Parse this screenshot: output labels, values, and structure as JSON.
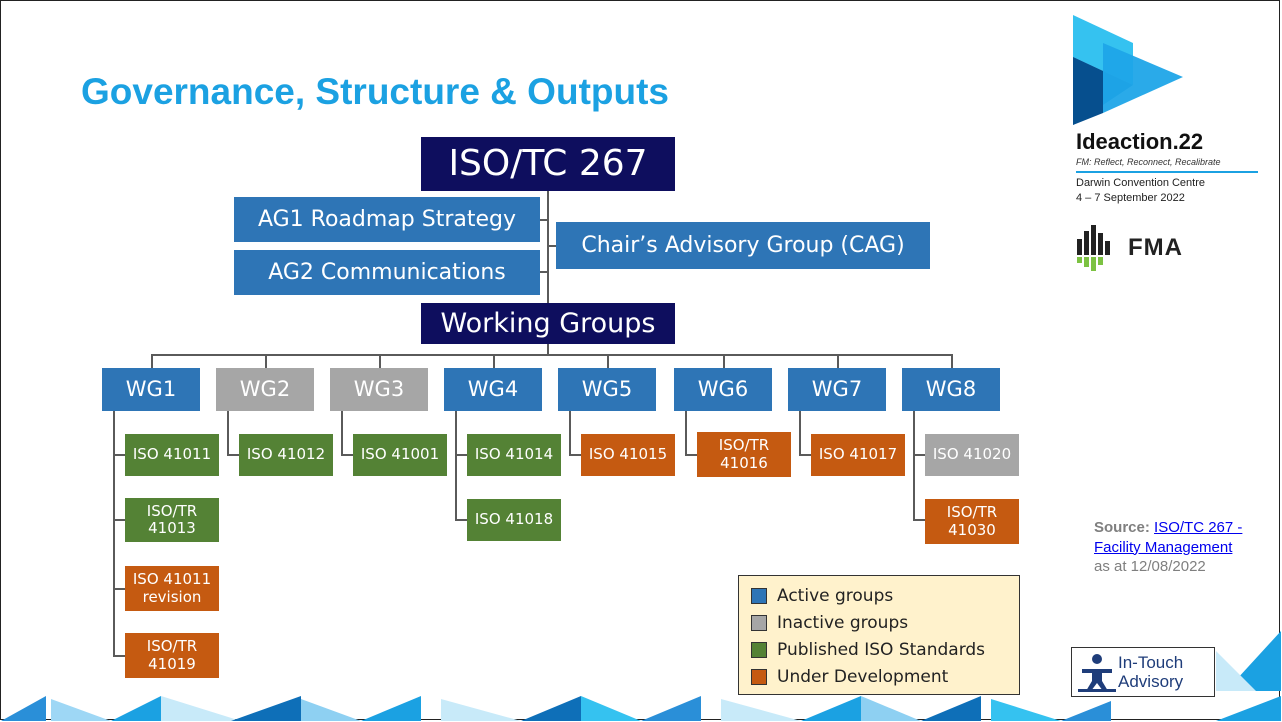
{
  "title": "Governance, Structure & Outputs",
  "root": "ISO/TC 267",
  "advisory": {
    "ag1": "AG1 Roadmap Strategy",
    "ag2": "AG2 Communications",
    "cag": "Chair’s Advisory Group (CAG)"
  },
  "working_groups_label": "Working Groups",
  "working_groups": [
    {
      "name": "WG1",
      "status": "active",
      "outputs": [
        {
          "line1": "ISO 41011",
          "line2": "",
          "status": "published"
        },
        {
          "line1": "ISO/TR",
          "line2": "41013",
          "status": "published"
        },
        {
          "line1": "ISO 41011",
          "line2": "revision",
          "status": "under_development"
        },
        {
          "line1": "ISO/TR",
          "line2": "41019",
          "status": "under_development"
        }
      ]
    },
    {
      "name": "WG2",
      "status": "inactive",
      "outputs": [
        {
          "line1": "ISO 41012",
          "line2": "",
          "status": "published"
        }
      ]
    },
    {
      "name": "WG3",
      "status": "inactive",
      "outputs": [
        {
          "line1": "ISO 41001",
          "line2": "",
          "status": "published"
        }
      ]
    },
    {
      "name": "WG4",
      "status": "active",
      "outputs": [
        {
          "line1": "ISO 41014",
          "line2": "",
          "status": "published"
        },
        {
          "line1": "ISO 41018",
          "line2": "",
          "status": "published"
        }
      ]
    },
    {
      "name": "WG5",
      "status": "active",
      "outputs": [
        {
          "line1": "ISO 41015",
          "line2": "",
          "status": "under_development"
        }
      ]
    },
    {
      "name": "WG6",
      "status": "active",
      "outputs": [
        {
          "line1": "ISO/TR",
          "line2": "41016",
          "status": "under_development"
        }
      ]
    },
    {
      "name": "WG7",
      "status": "active",
      "outputs": [
        {
          "line1": "ISO 41017",
          "line2": "",
          "status": "under_development"
        }
      ]
    },
    {
      "name": "WG8",
      "status": "active",
      "outputs": [
        {
          "line1": "ISO 41020",
          "line2": "",
          "status": "inactive"
        },
        {
          "line1": "ISO/TR",
          "line2": "41030",
          "status": "under_development"
        }
      ]
    }
  ],
  "legend": [
    {
      "label": "Active groups",
      "color": "#2e75b6"
    },
    {
      "label": "Inactive groups",
      "color": "#a6a6a6"
    },
    {
      "label": "Published ISO Standards",
      "color": "#548235"
    },
    {
      "label": "Under Development",
      "color": "#c55a11"
    }
  ],
  "source": {
    "label": "Source:",
    "link_text": "ISO/TC 267 - Facility Management",
    "date_text": "as at 12/08/2022"
  },
  "branding": {
    "event_title": "Ideaction.22",
    "event_tagline": "FM: Reflect, Reconnect, Recalibrate",
    "venue": "Darwin Convention Centre",
    "dates": "4 – 7 September 2022",
    "fma_logo": "FMA",
    "advisor_line1": "In-Touch",
    "advisor_line2": "Advisory"
  },
  "colors": {
    "title": "#1ba1e2",
    "root": "#0e0e5e",
    "active": "#2e75b6",
    "inactive": "#a6a6a6",
    "published": "#548235",
    "under_development": "#c55a11"
  }
}
